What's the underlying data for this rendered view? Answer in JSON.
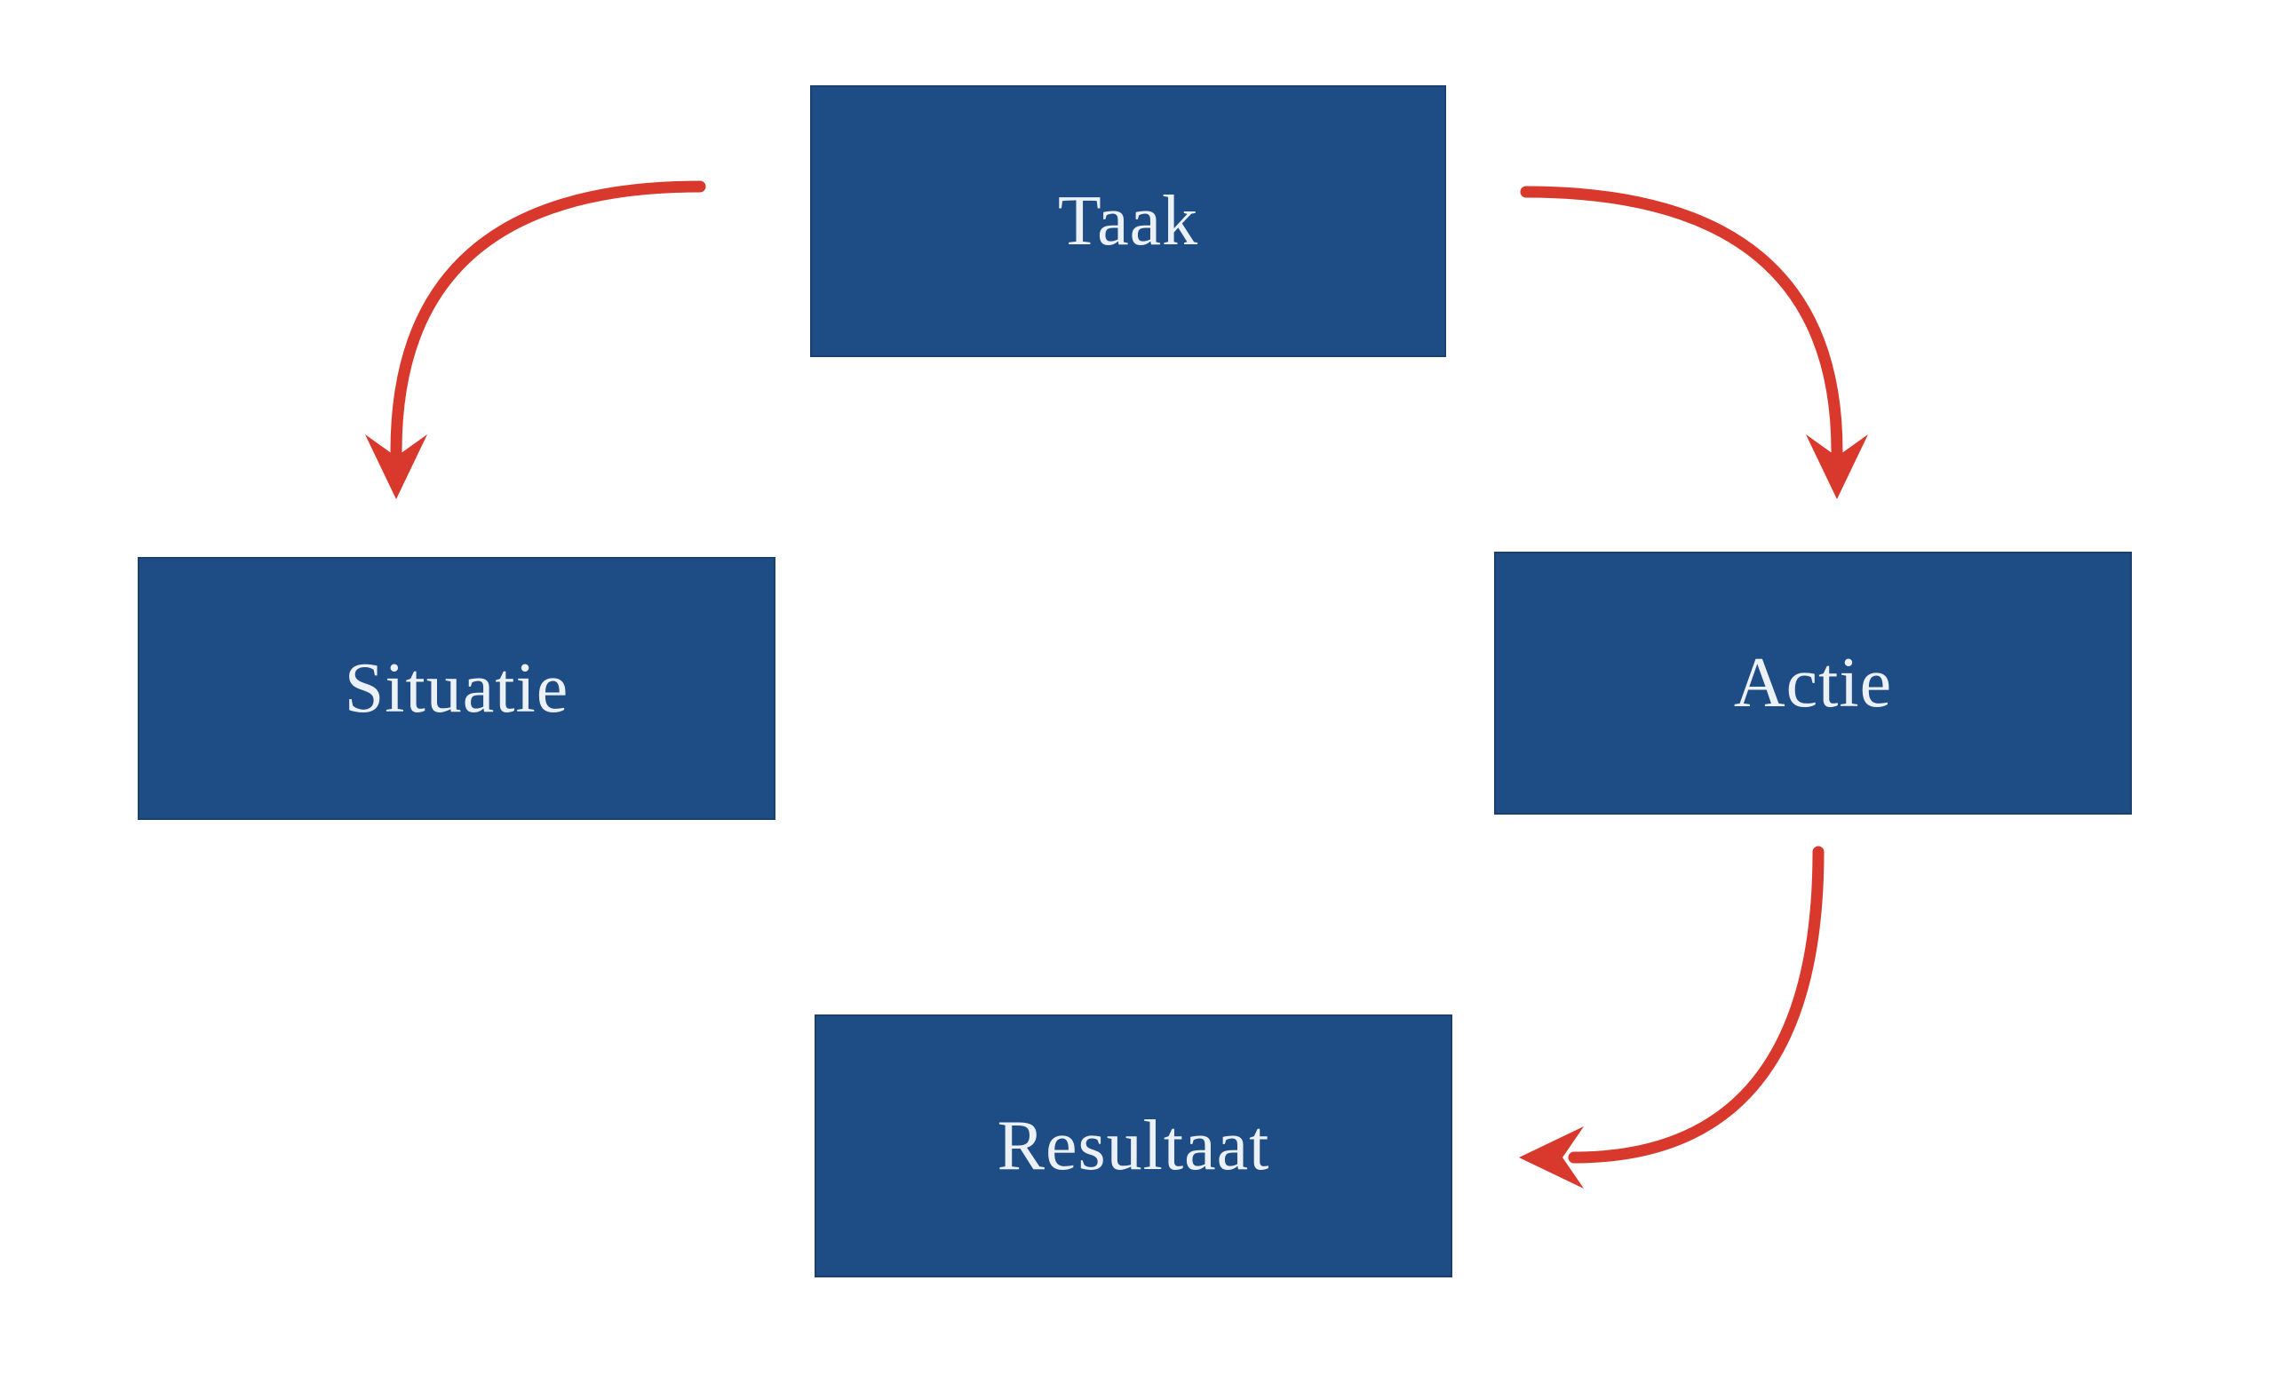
{
  "diagram": {
    "type": "cycle-flow",
    "nodes": [
      {
        "id": "taak",
        "label": "Taak"
      },
      {
        "id": "situatie",
        "label": "Situatie"
      },
      {
        "id": "actie",
        "label": "Actie"
      },
      {
        "id": "resultaat",
        "label": "Resultaat"
      }
    ],
    "edges": [
      {
        "from": "Taak",
        "to": "Situatie",
        "style": "curved-arrow"
      },
      {
        "from": "Taak",
        "to": "Actie",
        "style": "curved-arrow"
      },
      {
        "from": "Actie",
        "to": "Resultaat",
        "style": "curved-arrow"
      }
    ]
  },
  "colors": {
    "background": "#FFFFFF",
    "box": "#1E4C84",
    "box-border": "#1A4070",
    "arrow": "#D8392C",
    "text": "#ECF1F8"
  }
}
